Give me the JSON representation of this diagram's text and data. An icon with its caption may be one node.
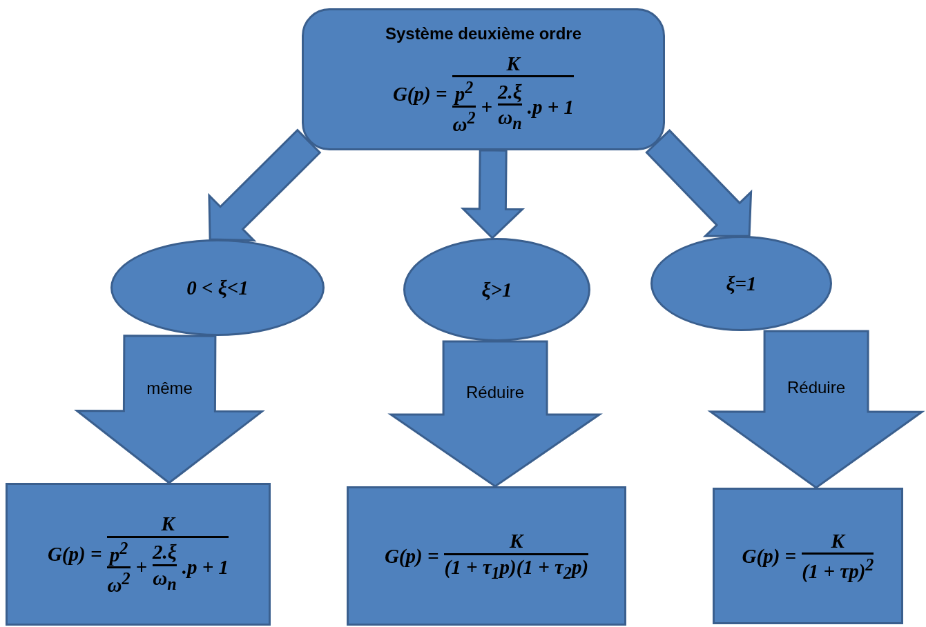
{
  "diagram": {
    "nodes": [
      {
        "text": [
          "Système deuxième ordre",
          "G(p) =",
          "K",
          "p$^{2}$",
          "ω$^{2}$",
          "+",
          "2.ξ",
          "ω$_{n}$",
          ".p + 1"
        ]
      },
      {
        "text": [
          "0 < ξ<1"
        ]
      },
      {
        "text": [
          "ξ>1"
        ]
      },
      {
        "text": [
          "ξ=1"
        ]
      },
      {
        "text": [
          "G(p) =",
          "K",
          "p$^{2}$",
          "ω$^{2}$",
          "+",
          "2.ξ",
          "ω$_{n}$",
          ".p + 1"
        ]
      },
      {
        "text": [
          "G(p) =",
          "K",
          "(1 + τ$_{1}$p)(1 + τ$_{2}$p)"
        ]
      },
      {
        "text": [
          "G(p) =",
          "K",
          "(1 + τp)$^{2}$"
        ]
      }
    ],
    "edges": [
      {
        "from": 0,
        "to": 1,
        "arrow": "to",
        "style": "thick"
      },
      {
        "from": 0,
        "to": 2,
        "arrow": "to",
        "style": "thick"
      },
      {
        "from": 0,
        "to": 3,
        "arrow": "to",
        "style": "thick"
      },
      {
        "from": 1,
        "to": 4,
        "arrow": "to",
        "style": "thick",
        "label": "même"
      },
      {
        "from": 2,
        "to": 5,
        "arrow": "to",
        "style": "thick",
        "label": "Réduire"
      },
      {
        "from": 3,
        "to": 6,
        "arrow": "to",
        "style": "thick",
        "label": "Réduire"
      }
    ]
  }
}
